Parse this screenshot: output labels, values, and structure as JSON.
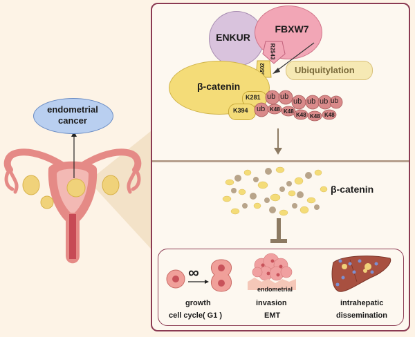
{
  "left": {
    "bubble_line1": "endometrial",
    "bubble_line2": "cancer"
  },
  "top_panel": {
    "enkur": "ENKUR",
    "fbxw7": "FBXW7",
    "r2543": "R2543",
    "s502": "S502",
    "ubiquitylation": "Ubiquitylation",
    "beta_catenin": "β-catenin",
    "k281": "K281",
    "k394": "K394",
    "ub": "ub",
    "k48": "K48"
  },
  "middle_panel": {
    "beta_catenin": "β-catenin"
  },
  "effects": {
    "endometrial_tag": "endometrial",
    "growth_line1": "growth",
    "growth_line2": "cell cycle( G1 )",
    "invasion_line1": "invasion",
    "invasion_line2": "EMT",
    "hepatic_line1": "intrahepatic",
    "hepatic_line2": "dissemination"
  },
  "colors": {
    "panel_border": "#8b3a52",
    "enkur": "#d9c3dd",
    "fbxw7": "#f2a6b6",
    "beta_catenin": "#f4dc78",
    "ub": "#d98a8a",
    "ubiquitylation_pill": "#f6e9b4",
    "divider": "#b59e8c"
  }
}
